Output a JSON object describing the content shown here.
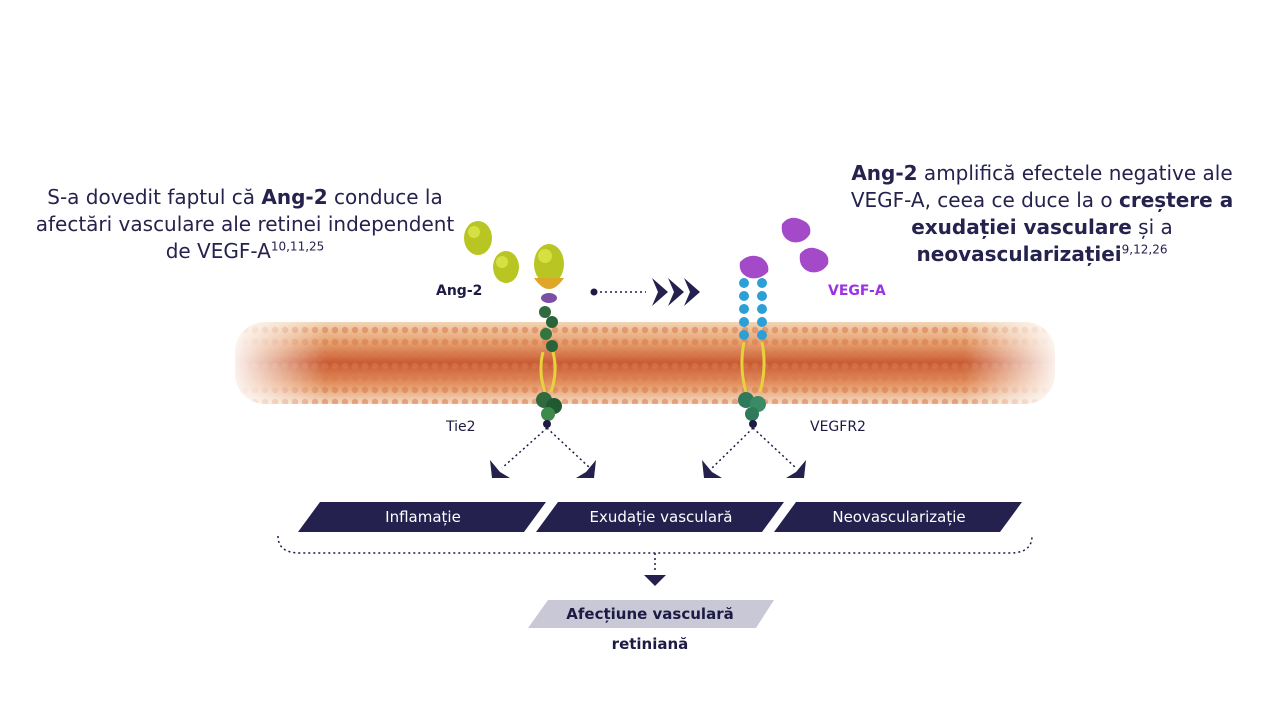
{
  "left_text": {
    "part1": "S-a dovedit faptul că ",
    "bold1": "Ang-2",
    "part2": " conduce la afectări vasculare ale retinei independent de VEGF-A",
    "refs": "10,11,25"
  },
  "right_text": {
    "bold1": "Ang-2",
    "part1": " amplifică efectele negative ale VEGF-A, ceea ce duce la o ",
    "bold2": "creștere a exudației vasculare",
    "part2": " și a ",
    "bold3": "neovascularizației",
    "refs": "9,12,26"
  },
  "labels": {
    "ang2": "Ang-2",
    "vegfa": "VEGF-A",
    "tie2": "Tie2",
    "vegfr2": "VEGFR2"
  },
  "banners": [
    "Inflamație",
    "Exudație vasculară",
    "Neovascularizație"
  ],
  "outcome": "Afecțiune vasculară retiniană",
  "colors": {
    "navy": "#24214f",
    "ang2_label": "#1d1b44",
    "vegfa_label": "#9b30e6",
    "outcome_bg": "#c9c8d6",
    "membrane_top": "#e7a06f",
    "membrane_mid": "#c6512c"
  }
}
